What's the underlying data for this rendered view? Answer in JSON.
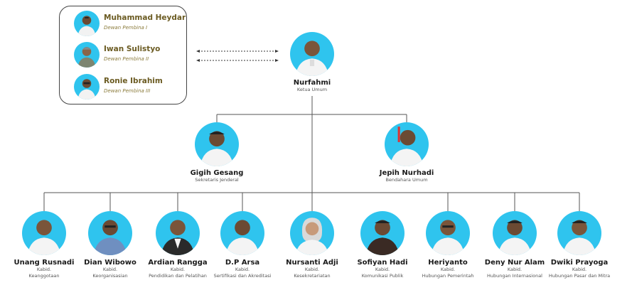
{
  "colors": {
    "avatar_bg": "#2fc4ee",
    "line": "#555555",
    "advisor_name": "#6b5b22"
  },
  "advisors": [
    {
      "name": "Muhammad Heydar",
      "role": "Dewan Pembina I"
    },
    {
      "name": "Iwan Sulistyo",
      "role": "Dewan Pembina II"
    },
    {
      "name": "Ronie Ibrahim",
      "role": "Dewan Pembina III"
    }
  ],
  "chair": {
    "name": "Nurfahmi",
    "role": "Ketua Umum"
  },
  "secretary": {
    "name": "Gigih Gesang",
    "role": "Sekretaris Jenderal"
  },
  "treasurer": {
    "name": "Jepih Nurhadi",
    "role": "Bendahara Umum"
  },
  "divisions": [
    {
      "name": "Unang Rusnadi",
      "title": "Kabid.",
      "role": "Keanggotaan"
    },
    {
      "name": "Dian Wibowo",
      "title": "Kabid.",
      "role": "Keorganisasian"
    },
    {
      "name": "Ardian Rangga",
      "title": "Kabid.",
      "role": "Pendidikan dan Pelatihan"
    },
    {
      "name": "D.P Arsa",
      "title": "Kabid.",
      "role": "Sertifikasi dan Akreditasi"
    },
    {
      "name": "Nursanti Adji",
      "title": "Kabid.",
      "role": "Kesekretariatan"
    },
    {
      "name": "Sofiyan Hadi",
      "title": "Kabid.",
      "role": "Komunikasi Publik"
    },
    {
      "name": "Heriyanto",
      "title": "Kabid.",
      "role": "Hubungan Pemerintah"
    },
    {
      "name": "Deny Nur Alam",
      "title": "Kabid.",
      "role": "Hubungan Internasional"
    },
    {
      "name": "Dwiki Prayoga",
      "title": "Kabid.",
      "role": "Hubungan Pasar dan Mitra"
    }
  ]
}
